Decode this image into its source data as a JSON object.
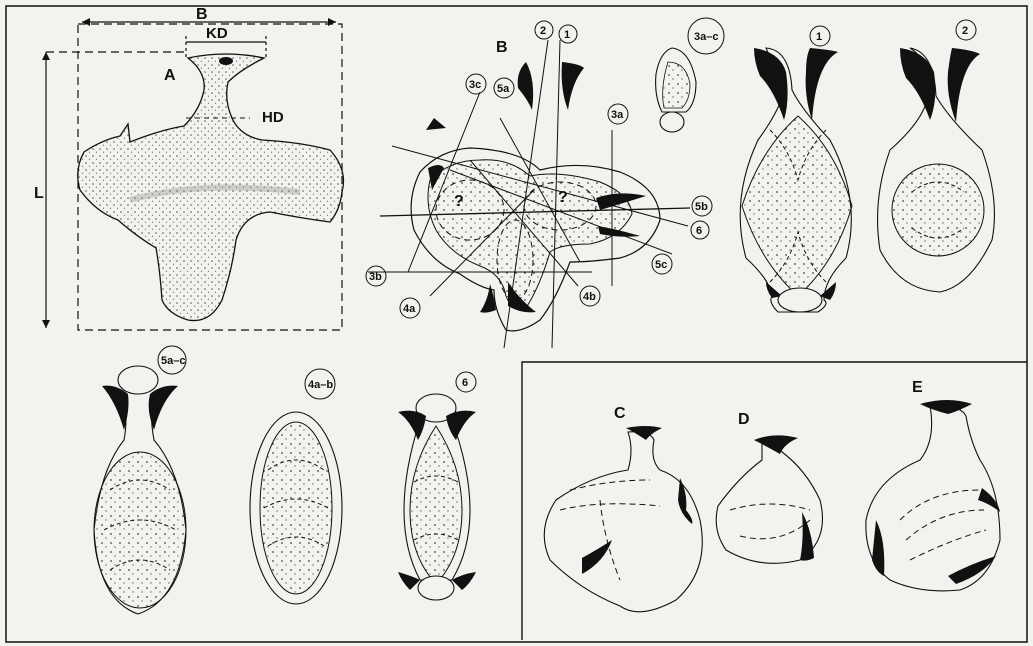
{
  "colors": {
    "ink": "#111111",
    "paper": "#f4f2ee",
    "stipple": "#555555"
  },
  "panel_a": {
    "letter": "A",
    "dim_b": "B",
    "dim_kd": "KD",
    "dim_hd": "HD",
    "dim_l": "L"
  },
  "panel_b": {
    "letter": "B",
    "question_marks": [
      "?",
      "?"
    ],
    "section_labels": {
      "s1": "1",
      "s2": "2",
      "s3a": "3a",
      "s3b": "3b",
      "s3c": "3c",
      "s4a": "4a",
      "s4b": "4b",
      "s5a": "5a",
      "s5b": "5b",
      "s5c": "5c",
      "s6": "6"
    }
  },
  "cross_sections": {
    "s3ac": "3a–c",
    "s1": "1",
    "s2": "2",
    "s5ac": "5a–c",
    "s4ab": "4a–b",
    "s6": "6"
  },
  "inset": {
    "c": "C",
    "d": "D",
    "e": "E"
  }
}
